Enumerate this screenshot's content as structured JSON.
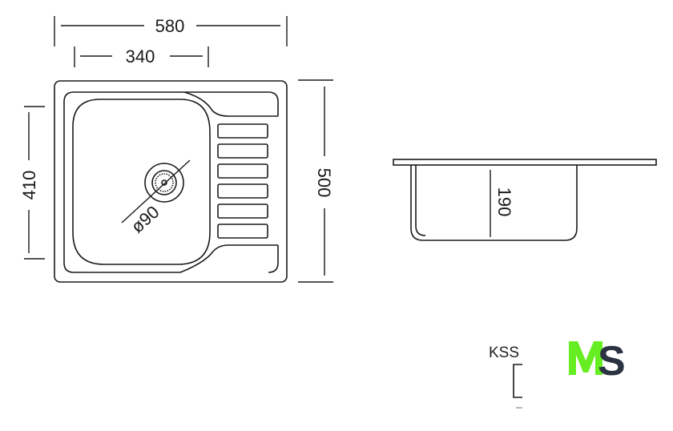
{
  "top_view": {
    "width_total": "580",
    "width_bowl": "340",
    "height_inner": "410",
    "height_total": "500",
    "drain_diameter": "ø90",
    "drainboard_slots": 6
  },
  "side_view": {
    "depth": "190"
  },
  "footer": {
    "model_label": "KSS",
    "logo_text": "MS",
    "logo_colors": {
      "m": "#66ee22",
      "s": "#2b3342"
    }
  }
}
